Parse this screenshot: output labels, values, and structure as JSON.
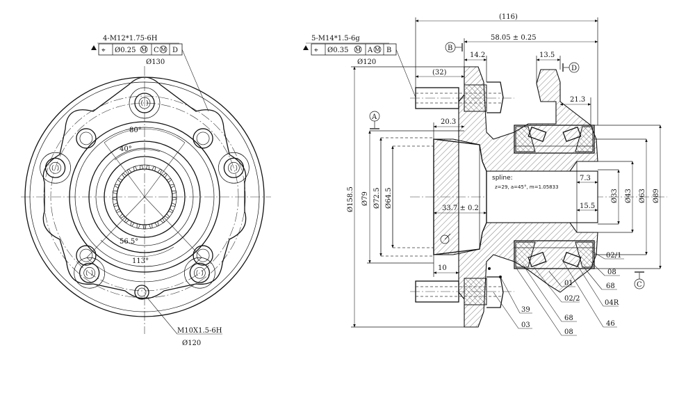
{
  "front_view": {
    "thread_callout": "4-M12*1.75-6H",
    "gdt": {
      "position": "⌖",
      "tolerance": "Ø0.25",
      "mod1": "M",
      "ref1": "C",
      "mod2": "M",
      "ref2": "D"
    },
    "pcd": "Ø130",
    "angle_80": "80°",
    "angle_40": "40°",
    "angle_56": "56.5°",
    "angle_113": "113°",
    "bottom_thread": "M10X1.5-6H",
    "bottom_pcd": "Ø120"
  },
  "section_view": {
    "thread_callout": "5-M14*1.5-6g",
    "gdt": {
      "position": "⌖",
      "tolerance": "Ø0.35",
      "mod1": "M",
      "ref1": "A",
      "mod2": "M",
      "ref2": "B"
    },
    "pcd": "Ø120",
    "datum_a": "A",
    "datum_b": "B",
    "datum_c": "C",
    "datum_d": "D",
    "dims": {
      "overall_length": "(116)",
      "length_58": "58.05 ± 0.25",
      "length_14": "14.2",
      "length_13": "13.5",
      "length_32": "(32)",
      "length_21": "21.3",
      "length_20": "20.3",
      "length_7": "7.3",
      "length_15": "15.5",
      "length_33": "33.7 ± 0.2",
      "length_10": "10",
      "dia_158": "Ø158.5",
      "dia_79": "Ø79",
      "dia_72": "Ø72.5",
      "dia_64": "Ø64.5",
      "dia_33": "Ø33",
      "dia_43": "Ø43",
      "dia_63": "Ø63",
      "dia_89": "Ø89"
    },
    "spline_title": "spline:",
    "spline_spec": "z=29, a=45°, m=1.05833",
    "parts": {
      "p02_1": "02/1",
      "p08a": "08",
      "p68a": "68",
      "p04r": "04R",
      "p46": "46",
      "p01": "01",
      "p02_2": "02/2",
      "p68b": "68",
      "p08b": "08",
      "p39": "39",
      "p03": "03"
    }
  }
}
